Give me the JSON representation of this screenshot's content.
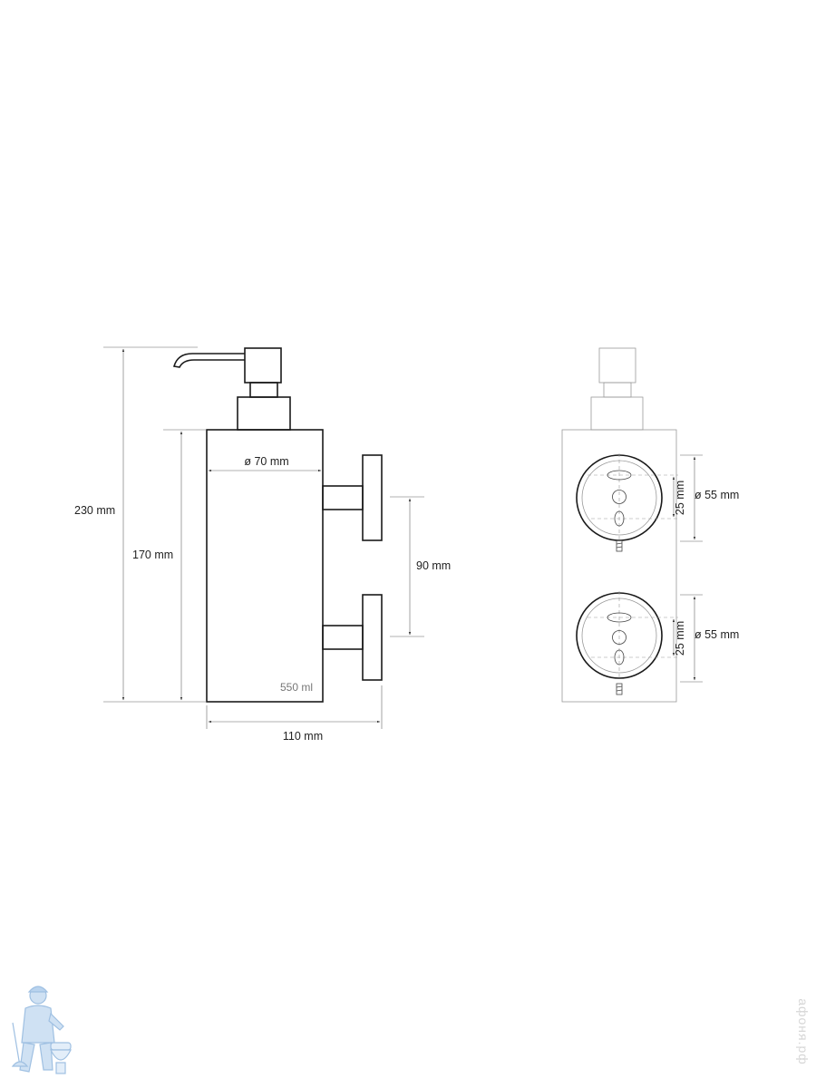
{
  "side_view": {
    "height_total": "230 mm",
    "height_body": "170 mm",
    "body_diameter": "ø 70 mm",
    "bracket_spacing": "90 mm",
    "depth_total": "110 mm",
    "capacity": "550 ml"
  },
  "front_view": {
    "upper_plate_diameter": "ø 55 mm",
    "upper_hole_spacing": "25 mm",
    "lower_plate_diameter": "ø 55 mm",
    "lower_hole_spacing": "25 mm"
  },
  "watermark": {
    "text": "афоня.рф"
  },
  "colors": {
    "line": "#1a1a1a",
    "logo": "#a8c8e8",
    "watermark": "#d6d6d6"
  }
}
